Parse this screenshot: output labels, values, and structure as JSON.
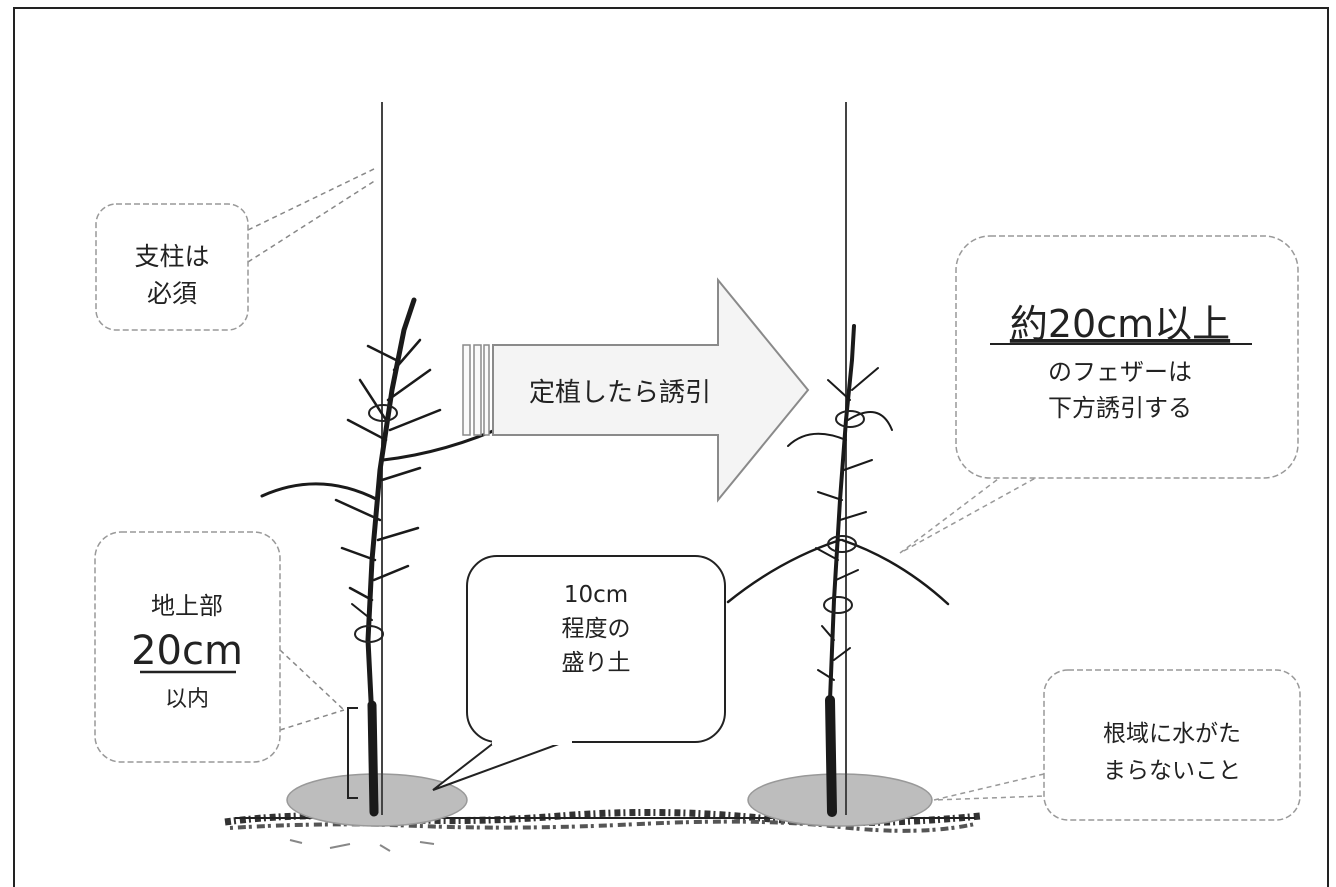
{
  "callouts": {
    "stake_required": {
      "lines": [
        "支柱は",
        "必須"
      ]
    },
    "feather_guide": {
      "highlight": "約20cm以上",
      "lines": [
        "のフェザーは",
        "下方誘引する"
      ]
    },
    "above_ground": {
      "top": "地上部",
      "highlight": "20cm",
      "bottom": "以内"
    },
    "mound": {
      "lines": [
        "10cm",
        "程度の",
        "盛り土"
      ]
    },
    "drainage": {
      "lines": [
        "根域に水がた",
        "まらないこと"
      ]
    }
  },
  "arrow": {
    "label": "定植したら誘引"
  },
  "colors": {
    "line": "#222222",
    "soft_border": "#aaaaaa",
    "mound": "#bdbdbd",
    "arrow_fill": "#f4f4f4"
  }
}
